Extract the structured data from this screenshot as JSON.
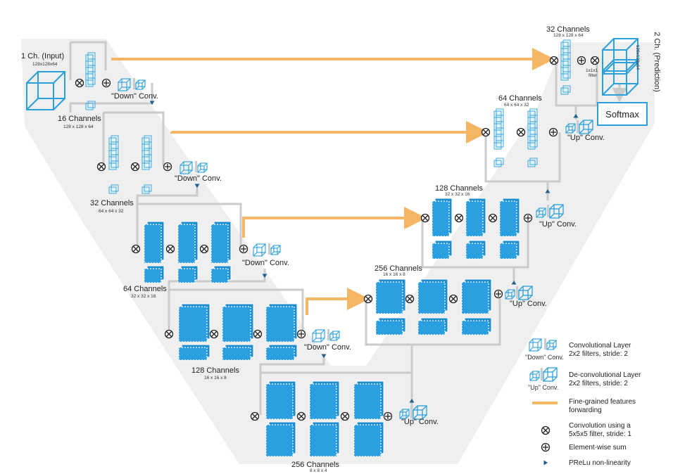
{
  "colors": {
    "accent": "#2aa0dc",
    "block_fill": "#2b9fe0",
    "forward_arrow": "#f5b562",
    "connector": "#c9cbcd",
    "background_v": "#eeeeee"
  },
  "input_label": "1 Ch. (Input)",
  "input_dims": "128x128x64",
  "output_label": "2 Ch. (Prediction)",
  "output_dims": "128x128x64",
  "filter_label": "1x1x1",
  "filter_label2": "filter",
  "softmax": "Softmax",
  "down_conv": "\"Down\" Conv.",
  "up_conv": "\"Up\" Conv.",
  "encoder": [
    {
      "channels": "16 Channels",
      "dims": "128 x 128 x 64"
    },
    {
      "channels": "32 Channels",
      "dims": "64 x 64 x 32"
    },
    {
      "channels": "64 Channels",
      "dims": "32 x 32 x 16"
    },
    {
      "channels": "128 Channels",
      "dims": "16 x 16 x 8"
    },
    {
      "channels": "256 Channels",
      "dims": "8 x 8 x 4"
    }
  ],
  "decoder": [
    {
      "channels": "32 Channels",
      "dims": "128 x 128 x 64"
    },
    {
      "channels": "64 Channels",
      "dims": "64 x 64 x 32"
    },
    {
      "channels": "128 Channels",
      "dims": "32 x 32 x 16"
    },
    {
      "channels": "256 Channels",
      "dims": "16 x 16 x 8"
    }
  ],
  "legend": [
    {
      "icon": "down-conv-icon",
      "icon_label": "\"Down\" Conv.",
      "line1": "Convolutional Layer",
      "line2": "2x2 filters, stride: 2"
    },
    {
      "icon": "up-conv-icon",
      "icon_label": "\"Up\" Conv.",
      "line1": "De-convolutional Layer",
      "line2": "2x2 filters, stride: 2"
    },
    {
      "icon": "forward-arrow-icon",
      "line1": "Fine-grained features",
      "line2": "forwarding"
    },
    {
      "icon": "conv-op-icon",
      "line1": "Convolution using a",
      "line2": "5x5x5 filter, stride: 1"
    },
    {
      "icon": "sum-op-icon",
      "line1": "Element-wise sum",
      "line2": ""
    },
    {
      "icon": "prelu-icon",
      "line1": "PReLu non-linearity",
      "line2": ""
    }
  ]
}
